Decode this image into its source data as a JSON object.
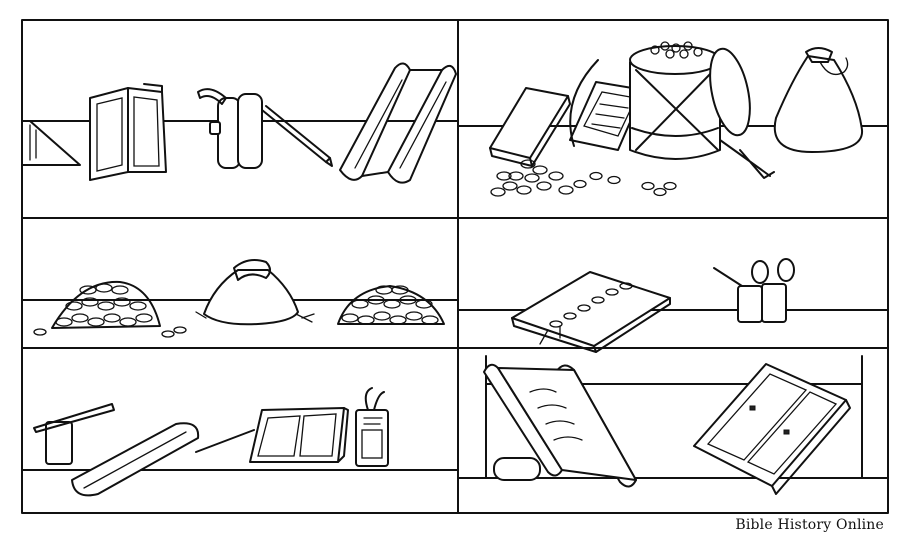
{
  "watermark": {
    "text": "Bible History Online"
  },
  "panels": [
    {
      "id": "writing-desk",
      "items": [
        "hinged-tablet-icon",
        "inkhorn-icon",
        "reed-pen-icon",
        "scroll-icon"
      ]
    },
    {
      "id": "treasury",
      "items": [
        "book-icon",
        "tablet-icon",
        "coin-chest-icon",
        "money-bag-icon",
        "coins-icon"
      ]
    },
    {
      "id": "coin-heaps",
      "items": [
        "coin-heap-icon",
        "money-bag-icon",
        "coin-heap-icon"
      ]
    },
    {
      "id": "sealed-document",
      "items": [
        "sealed-document-icon",
        "ink-pots-icon"
      ]
    },
    {
      "id": "scribe-tools",
      "items": [
        "inkwell-icon",
        "rolled-scroll-icon",
        "wax-tablet-icon",
        "ink-case-icon"
      ]
    },
    {
      "id": "scroll-shelf",
      "items": [
        "open-scroll-icon",
        "diptych-icon"
      ]
    }
  ]
}
